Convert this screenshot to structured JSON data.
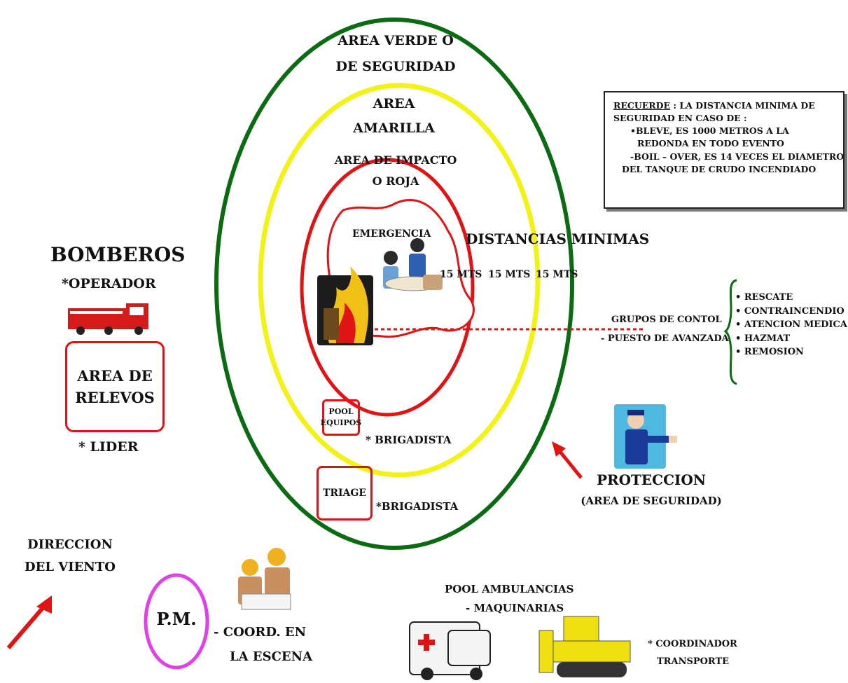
{
  "zones": {
    "green_label": [
      "AREA VERDE O",
      "DE SEGURIDAD"
    ],
    "yellow_label": [
      "AREA",
      "AMARILLA"
    ],
    "red_label": [
      "AREA DE IMPACTO",
      "O ROJA"
    ]
  },
  "emergency_label": "EMERGENCIA",
  "distances": {
    "title": "DISTANCIAS MINIMAS",
    "values": [
      "15 MTS",
      "15 MTS",
      "15 MTS"
    ]
  },
  "reminder": {
    "heading": "RECUERDE",
    "line1": ": LA DISTANCIA MINIMA DE",
    "line2": "SEGURIDAD EN CASO DE :",
    "line3": "•BLEVE, ES 1000 METROS A LA",
    "line4": "REDONDA EN TODO EVENTO",
    "line5": "-BOIL – OVER, ES 14 VECES EL DIAMETRO",
    "line6": "DEL TANQUE DE CRUDO INCENDIADO"
  },
  "bomberos": {
    "title": "BOMBEROS",
    "operador": "*OPERADOR",
    "relevos": [
      "AREA DE",
      "RELEVOS"
    ],
    "lider": "* LIDER"
  },
  "control": {
    "groups": "GRUPOS DE CONTOL",
    "post": "- PUESTO DE AVANZADA",
    "items": [
      "• RESCATE",
      "• CONTRAINCENDIO",
      "• ATENCION MEDICA",
      "• HAZMAT",
      "• REMOSION"
    ]
  },
  "pool_equipos": [
    "POOL",
    "EQUIPOS"
  ],
  "brigadista_1": "* BRIGADISTA",
  "triage": "TRIAGE",
  "brigadista_2": "*BRIGADISTA",
  "proteccion": [
    "PROTECCION",
    "(AREA DE SEGURIDAD)"
  ],
  "wind": [
    "DIRECCION",
    "DEL VIENTO"
  ],
  "pm": "P.M.",
  "coord_escena": [
    "- COORD. EN",
    "LA ESCENA"
  ],
  "pool_ambulancias": [
    "POOL AMBULANCIAS",
    "- MAQUINARIAS"
  ],
  "coordinador": [
    "* COORDINADOR",
    "TRANSPORTE"
  ],
  "colors": {
    "green": "#0b6b12",
    "yellow": "#f2f21a",
    "red": "#e01414",
    "magenta": "#e040e8",
    "dark": "#111111"
  }
}
